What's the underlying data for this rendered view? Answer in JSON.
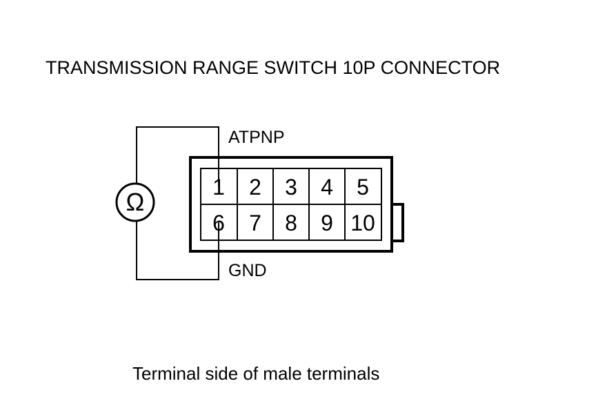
{
  "title": "TRANSMISSION RANGE SWITCH 10P CONNECTOR",
  "meter_symbol": "Ω",
  "signal_top": "ATPNP",
  "signal_bottom": "GND",
  "connector": {
    "pins_row1": [
      "1",
      "2",
      "3",
      "4",
      "5"
    ],
    "pins_row2": [
      "6",
      "7",
      "8",
      "9",
      "10"
    ]
  },
  "caption": "Terminal side of male terminals"
}
